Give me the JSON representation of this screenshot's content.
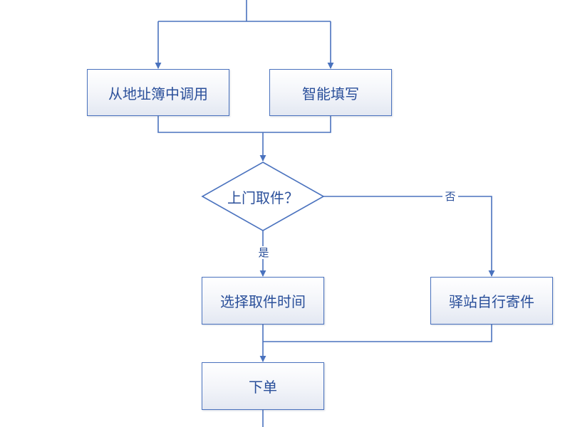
{
  "colors": {
    "line": "#4a72be",
    "text": "#2a4f9a",
    "node_border": "#4a72be"
  },
  "nodes": {
    "address_book": "从地址簿中调用",
    "smart_fill": "智能填写",
    "pickup_decision": "上门取件？",
    "choose_time": "选择取件时间",
    "station_send": "驿站自行寄件",
    "place_order": "下单"
  },
  "edges": {
    "yes": "是",
    "no": "否"
  }
}
